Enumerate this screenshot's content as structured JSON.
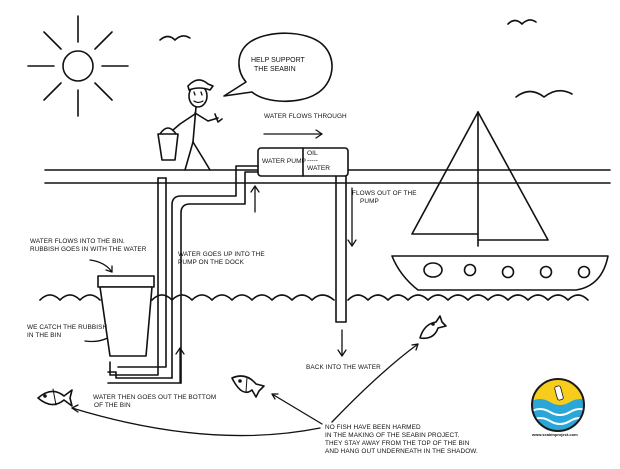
{
  "speech_bubble": [
    "HELP SUPPORT",
    "THE SEABIN"
  ],
  "pump_box": {
    "pump_label": "WATER PUMP",
    "oil": "OIL",
    "dashes": "-----",
    "water": "WATER"
  },
  "labels": {
    "water_flows_through": [
      "WATER FLOWS THROUGH"
    ],
    "flows_out_of_pump": [
      "FLOWS OUT OF THE",
      "PUMP"
    ],
    "water_flows_into_bin": [
      "WATER FLOWS INTO THE BIN.",
      "RUBBISH GOES IN WITH THE WATER"
    ],
    "water_goes_up": [
      "WATER GOES UP INTO THE",
      "PUMP ON THE DOCK"
    ],
    "we_catch_rubbish": [
      "WE CATCH THE RUBBISH",
      "IN THE BIN"
    ],
    "back_into_water": [
      "BACK INTO THE WATER"
    ],
    "water_goes_out_bottom": [
      "WATER THEN GOES OUT THE BOTTOM",
      "OF THE BIN"
    ],
    "no_fish_harmed": [
      "NO FISH HAVE BEEN HARMED",
      "IN THE MAKING OF THE SEABIN PROJECT.",
      "THEY STAY AWAY FROM THE TOP OF THE BIN",
      "AND HANG OUT UNDERNEATH IN THE SHADOW."
    ]
  },
  "logo": {
    "url": "www.seabinproject.com",
    "colors": {
      "sun": "#f6cc1d",
      "sea": "#2aa6d8",
      "ring": "#1a1a1a"
    }
  }
}
